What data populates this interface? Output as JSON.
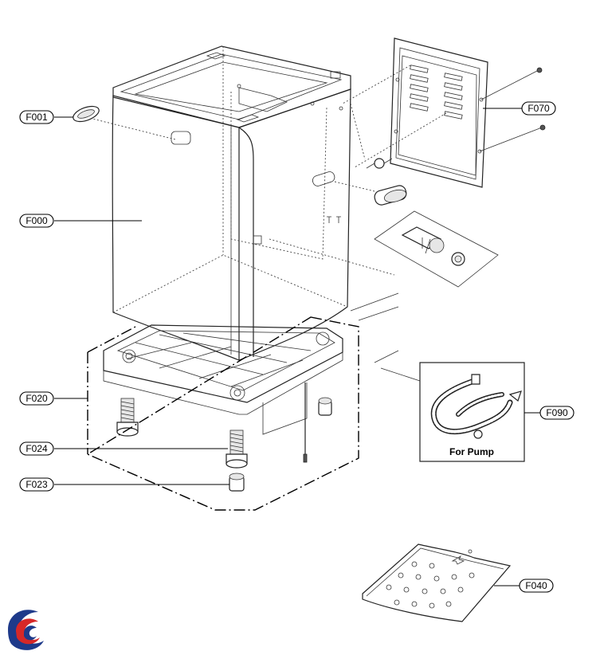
{
  "labels": {
    "f001": "F001",
    "f000": "F000",
    "f020": "F020",
    "f024": "F024",
    "f023": "F023",
    "f070": "F070",
    "f090": "F090",
    "f040": "F040"
  },
  "pump_box": {
    "caption": "For Pump"
  },
  "logo": {
    "icon": "brand-swirl-logo",
    "colors": [
      "#1e3a8a",
      "#d62828"
    ]
  }
}
